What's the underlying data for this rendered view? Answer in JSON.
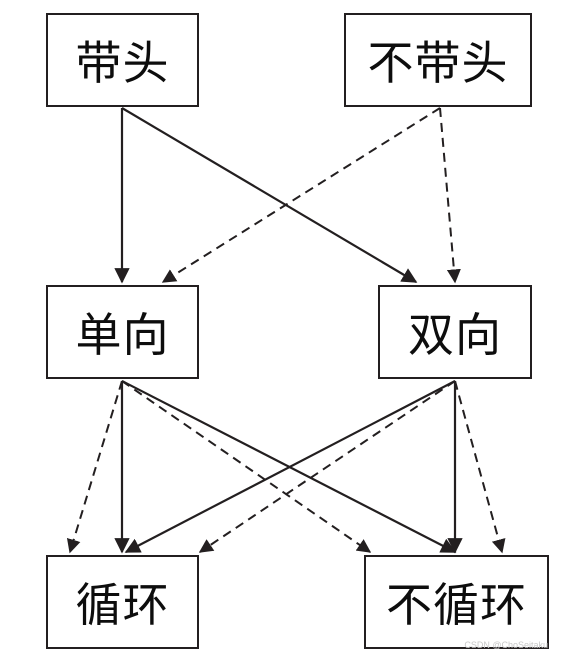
{
  "nodes": {
    "daitou": "带头",
    "budaitou": "不带头",
    "danxiang": "单向",
    "shuangxiang": "双向",
    "xunhuan": "循环",
    "buxunhuan": "不循环"
  },
  "edges": [
    {
      "from": "daitou",
      "to": "danxiang",
      "style": "solid"
    },
    {
      "from": "daitou",
      "to": "shuangxiang",
      "style": "solid"
    },
    {
      "from": "budaitou",
      "to": "danxiang",
      "style": "dashed"
    },
    {
      "from": "budaitou",
      "to": "shuangxiang",
      "style": "dashed"
    },
    {
      "from": "danxiang",
      "to": "xunhuan",
      "style": "solid"
    },
    {
      "from": "danxiang",
      "to": "xunhuan",
      "style": "dashed"
    },
    {
      "from": "danxiang",
      "to": "buxunhuan",
      "style": "solid"
    },
    {
      "from": "danxiang",
      "to": "buxunhuan",
      "style": "dashed"
    },
    {
      "from": "shuangxiang",
      "to": "xunhuan",
      "style": "solid"
    },
    {
      "from": "shuangxiang",
      "to": "xunhuan",
      "style": "dashed"
    },
    {
      "from": "shuangxiang",
      "to": "buxunhuan",
      "style": "solid"
    },
    {
      "from": "shuangxiang",
      "to": "buxunhuan",
      "style": "dashed"
    }
  ],
  "colors": {
    "line": "#231f20",
    "text": "#0d0d0d",
    "watermark": "#c8c8c8"
  },
  "watermark": "CSDN @ChoSeitaku"
}
